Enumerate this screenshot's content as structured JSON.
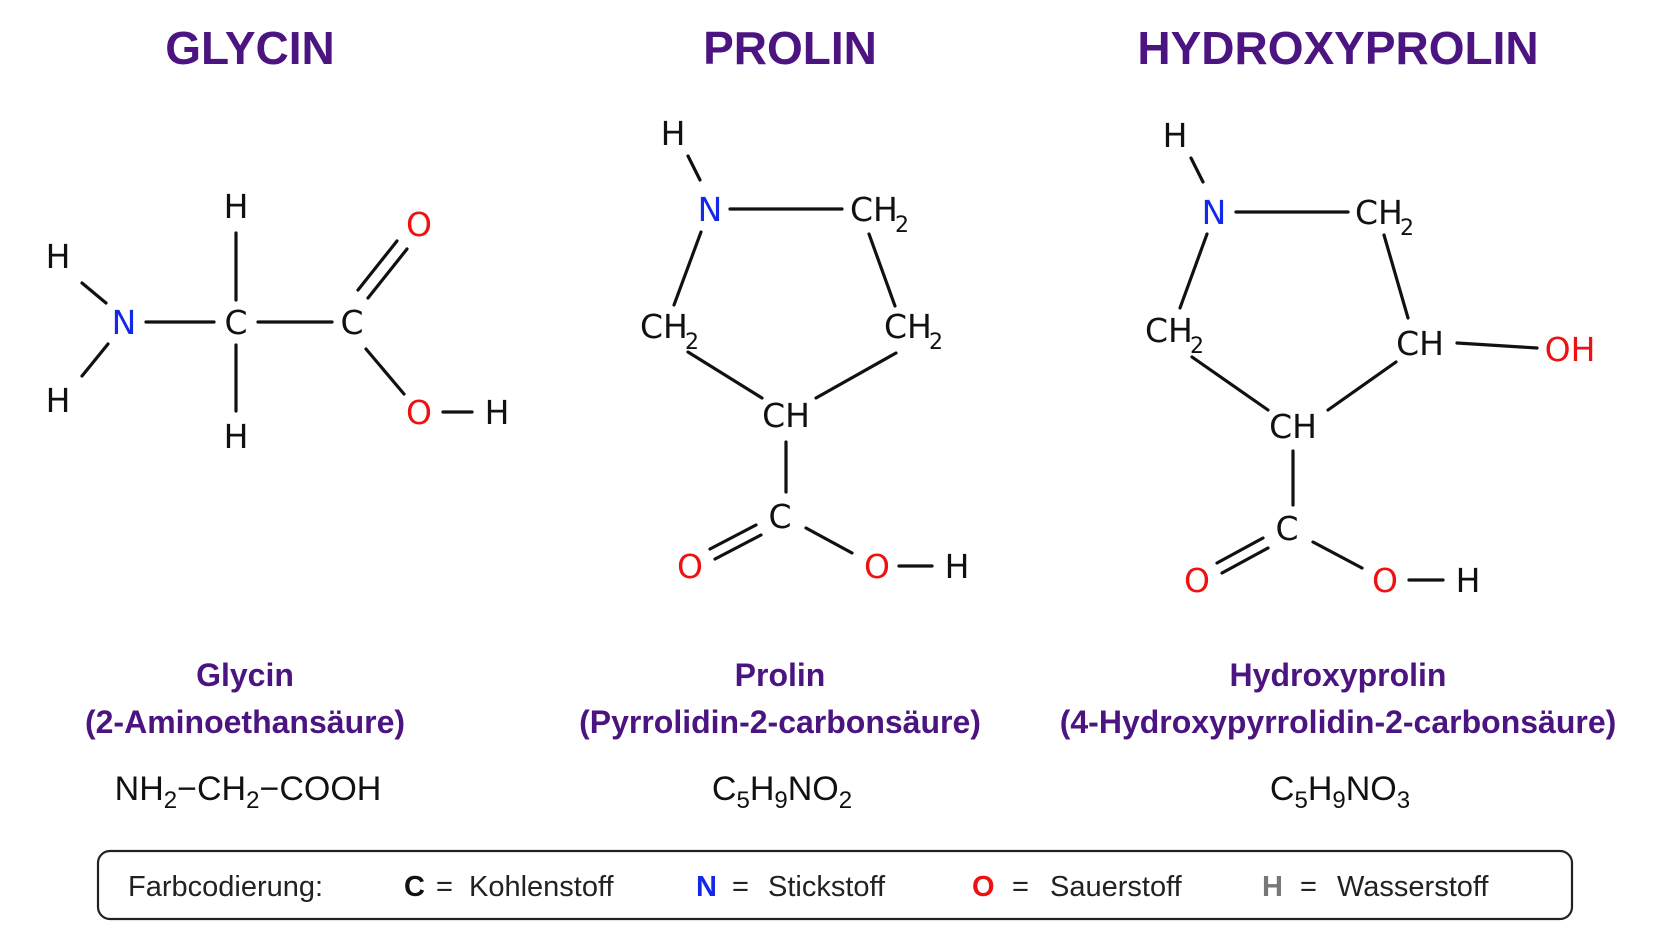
{
  "colors": {
    "title": "#4b1480",
    "carbon": "#111111",
    "hydrogen": "#111111",
    "nitrogen": "#1428e8",
    "oxygen": "#ee1111",
    "legend_h": "#777777",
    "bond": "#111111"
  },
  "titles": [
    "GLYCIN",
    "PROLIN",
    "HYDROXYPROLIN"
  ],
  "atoms": {
    "H": "H",
    "N": "N",
    "C": "C",
    "O": "O",
    "CH": "CH",
    "CH2_base": "CH",
    "CH2_sub": "2",
    "OH": "OH"
  },
  "captions": [
    {
      "name": "Glycin",
      "iupac": "(2-Aminoethansäure)"
    },
    {
      "name": "Prolin",
      "iupac": "(Pyrrolidin-2-carbonsäure)"
    },
    {
      "name": "Hydroxyprolin",
      "iupac": "(4-Hydroxypyrrolidin-2-carbonsäure)"
    }
  ],
  "formulas": {
    "glycin": {
      "a": "NH",
      "a_sub": "2",
      "dash1": "−",
      "b": "CH",
      "b_sub": "2",
      "dash2": "−",
      "c": "COOH"
    },
    "prolin": {
      "c": "C",
      "c_n": "5",
      "h": "H",
      "h_n": "9",
      "rest": "NO",
      "o_n": "2"
    },
    "hydroxyprolin": {
      "c": "C",
      "c_n": "5",
      "h": "H",
      "h_n": "9",
      "rest": "NO",
      "o_n": "3"
    }
  },
  "legend": {
    "label": "Farbcodierung:",
    "items": [
      {
        "symbol": "C",
        "eq": "=",
        "text": "Kohlenstoff"
      },
      {
        "symbol": "N",
        "eq": "=",
        "text": "Stickstoff"
      },
      {
        "symbol": "O",
        "eq": "=",
        "text": "Sauerstoff"
      },
      {
        "symbol": "H",
        "eq": "=",
        "text": "Wasserstoff"
      }
    ]
  }
}
